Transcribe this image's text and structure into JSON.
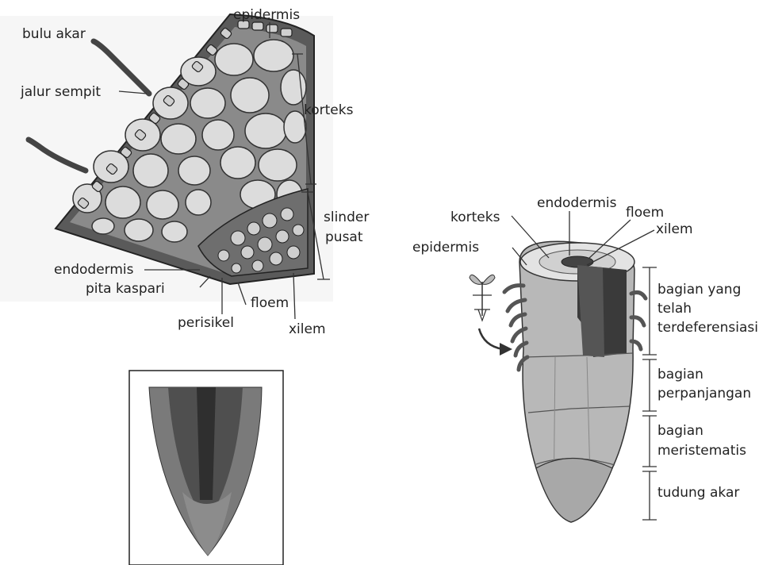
{
  "cross_section": {
    "labels": {
      "epidermis": "epidermis",
      "bulu_akar": "bulu akar",
      "jalur_sempit": "jalur sempit",
      "korteks": "korteks",
      "slinder_line1": "slinder",
      "slinder_line2": "pusat",
      "endodermis": "endodermis",
      "pita_kaspari": "pita kaspari",
      "floem": "floem",
      "perisikel": "perisikel",
      "xilem": "xilem"
    }
  },
  "root_tip_3d": {
    "labels": {
      "endodermis": "endodermis",
      "floem": "floem",
      "korteks": "korteks",
      "xilem": "xilem",
      "epidermis": "epidermis",
      "zone1_line1": "bagian yang",
      "zone1_line2": "telah",
      "zone1_line3": "terdeferensiasi",
      "zone2_line1": "bagian",
      "zone2_line2": "perpanjangan",
      "zone3_line1": "bagian",
      "zone3_line2": "meristematis",
      "zone4": "tudung akar"
    }
  },
  "colors": {
    "cell_fill": "#dcdcdc",
    "tissue_dark": "#4a4a4a",
    "root_gray": "#b8b8b8",
    "micrograph": "#7a7a7a"
  }
}
